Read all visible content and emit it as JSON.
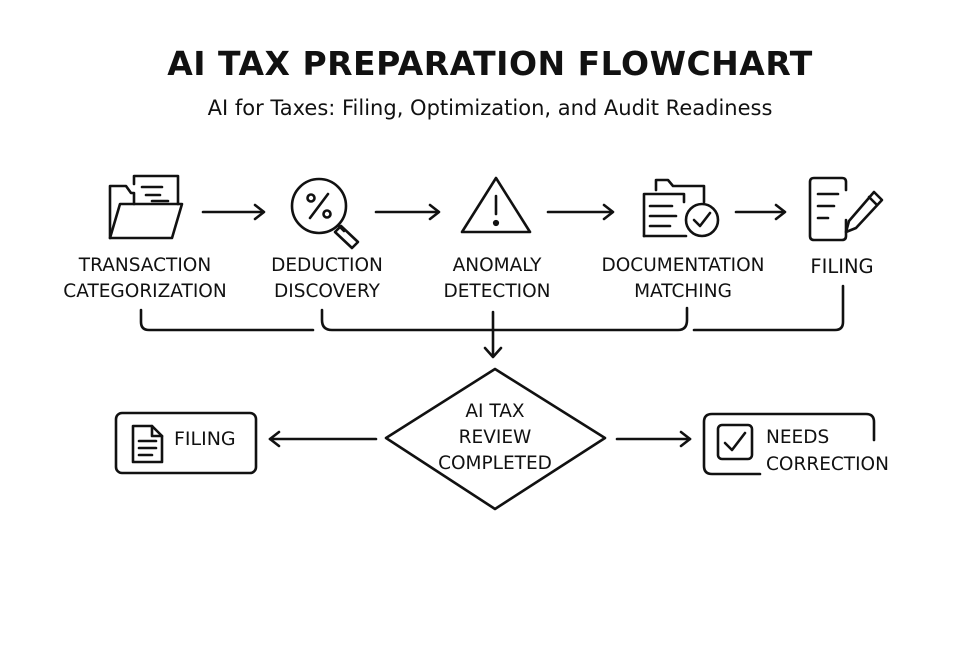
{
  "header": {
    "title": "AI TAX PREPARATION FLOWCHART",
    "subtitle": "AI for Taxes: Filing, Optimization, and Audit Readiness"
  },
  "steps": [
    {
      "icon": "folder-documents-icon",
      "line1": "TRANSACTION",
      "line2": "CATEGORIZATION"
    },
    {
      "icon": "percent-magnifier-icon",
      "line1": "DEDUCTION",
      "line2": "DISCOVERY"
    },
    {
      "icon": "warning-triangle-icon",
      "line1": "ANOMALY",
      "line2": "DETECTION"
    },
    {
      "icon": "folder-check-icon",
      "line1": "DOCUMENTATION",
      "line2": "MATCHING"
    },
    {
      "icon": "edit-note-icon",
      "line1": "FILING"
    }
  ],
  "decision": {
    "line1": "AI TAX",
    "line2": "REVIEW",
    "line3": "COMPLETED"
  },
  "outcomes": {
    "left": {
      "icon": "document-icon",
      "label": "FILING"
    },
    "right": {
      "icon": "checkbox-icon",
      "line1": "NEEDS",
      "line2": "CORRECTION"
    }
  }
}
